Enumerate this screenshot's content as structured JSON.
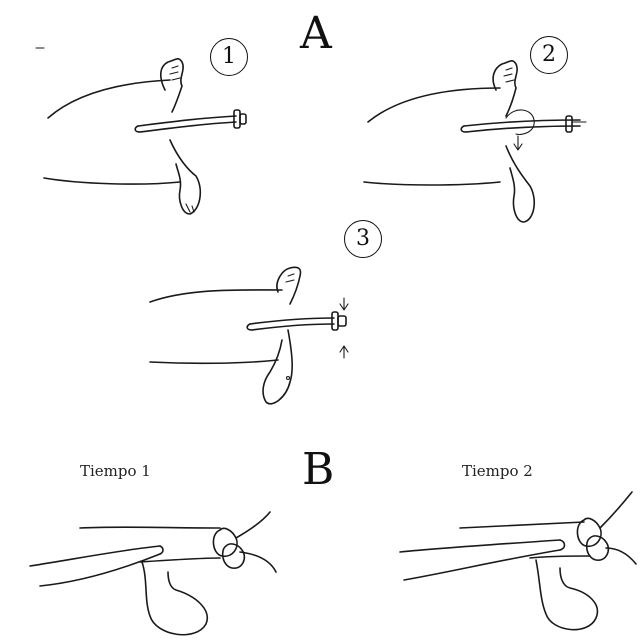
{
  "labels": {
    "section_a": "A",
    "section_b": "B",
    "step_1": "1",
    "step_2": "2",
    "step_3": "3",
    "tiempo_1": "Tiempo 1",
    "tiempo_2": "Tiempo 2"
  }
}
